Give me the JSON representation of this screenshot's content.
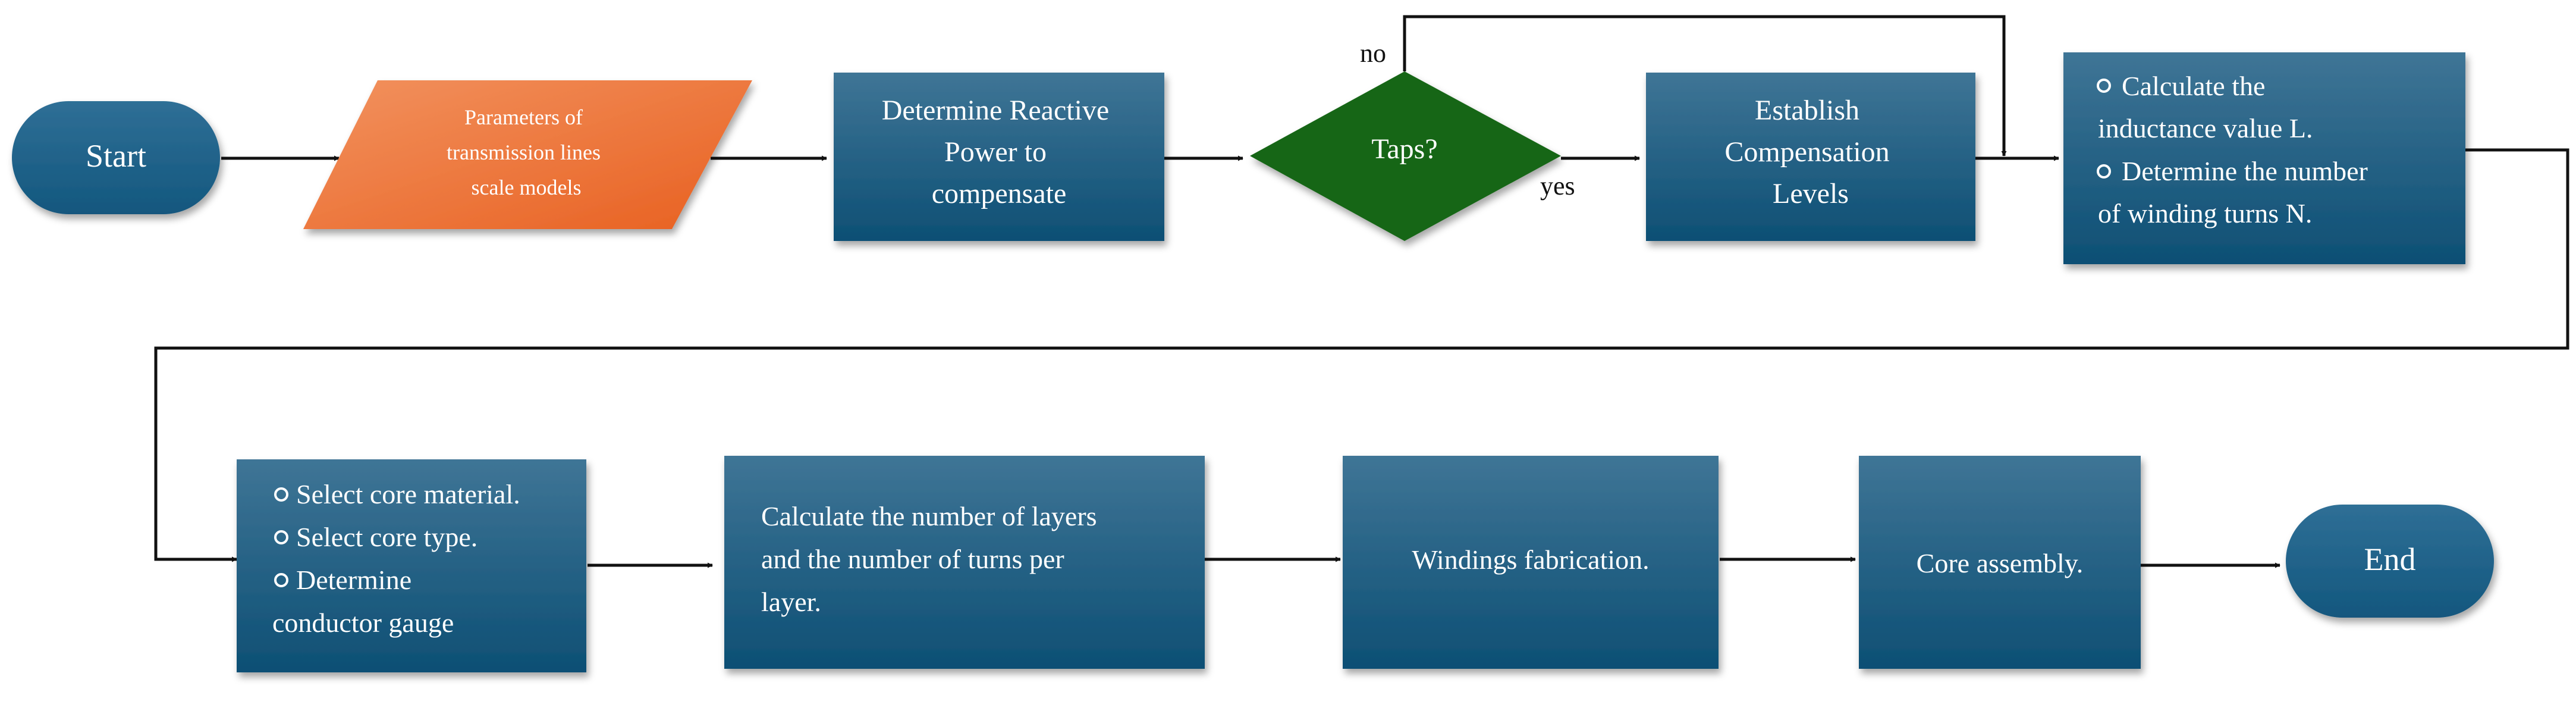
{
  "nodes": {
    "start": "Start",
    "parameters": [
      "Parameters of",
      "transmission lines",
      "scale models"
    ],
    "reactive_power": [
      "Determine Reactive",
      "Power to",
      "compensate"
    ],
    "taps": "Taps?",
    "compensation_levels": [
      "Establish",
      "Compensation",
      "Levels"
    ],
    "inductance": [
      "Calculate the",
      "inductance value L.",
      "Determine the number",
      "of winding turns N."
    ],
    "core_selection": [
      "Select core material.",
      "Select core type.",
      "Determine",
      "conductor gauge"
    ],
    "layers": [
      "Calculate the number of layers",
      "and the number of turns per",
      "layer."
    ],
    "windings": "Windings fabrication.",
    "core_assembly": "Core assembly.",
    "end": "End"
  },
  "edge_labels": {
    "no": "no",
    "yes": "yes"
  },
  "colors": {
    "process_top": "#3f7596",
    "process_bottom": "#0d4f74",
    "terminal_top": "#2f6f96",
    "terminal_bottom": "#13577e",
    "input_light": "#f2925f",
    "input_dark": "#e86020",
    "decision": "#176617",
    "edge": "#111111"
  }
}
